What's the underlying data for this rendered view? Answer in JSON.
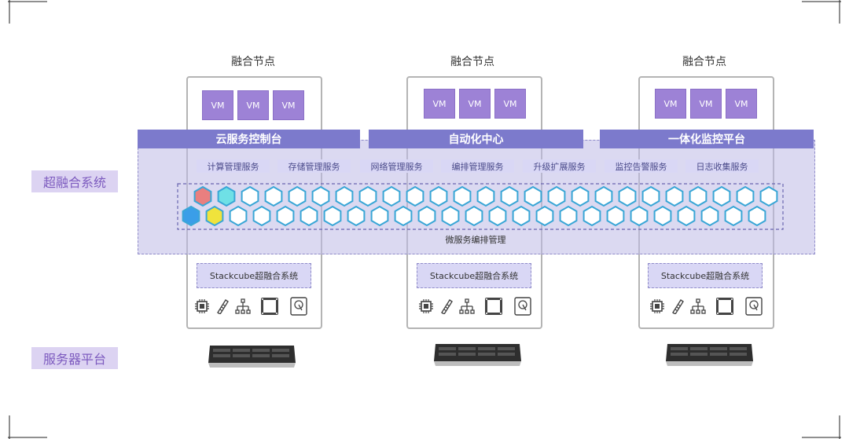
{
  "labels": {
    "hyper_system": "超融合系统",
    "server_platform": "服务器平台",
    "microservice": "微服务编排管理"
  },
  "nodes": [
    {
      "title": "融合节点",
      "vms": [
        "VM",
        "VM",
        "VM"
      ],
      "stack": "Stackcube超融合系统"
    },
    {
      "title": "融合节点",
      "vms": [
        "VM",
        "VM",
        "VM"
      ],
      "stack": "Stackcube超融合系统"
    },
    {
      "title": "融合节点",
      "vms": [
        "VM",
        "VM",
        "VM"
      ],
      "stack": "Stackcube超融合系统"
    }
  ],
  "headers": [
    "云服务控制台",
    "自动化中心",
    "一体化监控平台"
  ],
  "services": [
    "计算管理服务",
    "存储管理服务",
    "网络管理服务",
    "编排管理服务",
    "升级扩展服务",
    "监控告警服务",
    "日志收集服务"
  ],
  "hex_colors": {
    "default": "#ffffff",
    "outline": "#39a6d6",
    "red": "#e97f7f",
    "cyan": "#6fe0e6",
    "blue": "#3a9ee8",
    "yellow": "#f0e33c"
  },
  "colors": {
    "accent": "#7c7acc",
    "vm": "#9d82d6",
    "label_text": "#7d5bbf"
  }
}
